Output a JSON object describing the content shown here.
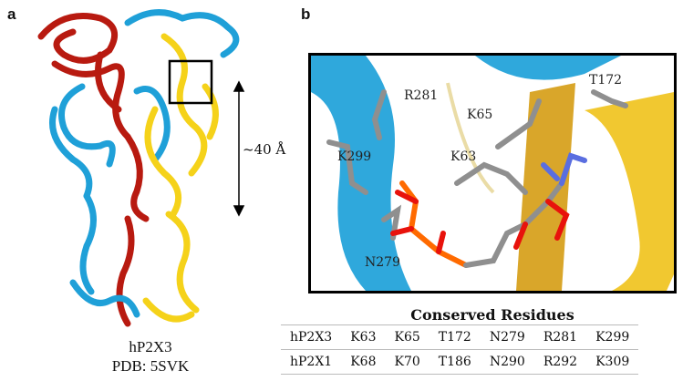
{
  "panel_a": {
    "letter": "a",
    "measure": "~40 Å",
    "caption_line1": "hP2X3",
    "caption_line2": "PDB: 5SVK"
  },
  "panel_b": {
    "letter": "b",
    "residues": [
      "R281",
      "T172",
      "K65",
      "K299",
      "K63",
      "N279"
    ]
  },
  "table": {
    "title": "Conserved Residues",
    "rows": [
      [
        "hP2X3",
        "K63",
        "K65",
        "T172",
        "N279",
        "R281",
        "K299"
      ],
      [
        "hP2X1",
        "K68",
        "K70",
        "T186",
        "N290",
        "R292",
        "K309"
      ]
    ]
  },
  "colors": {
    "chain_red": "#b81a10",
    "chain_blue": "#1fa0d8",
    "chain_yellow": "#f5d21a"
  }
}
